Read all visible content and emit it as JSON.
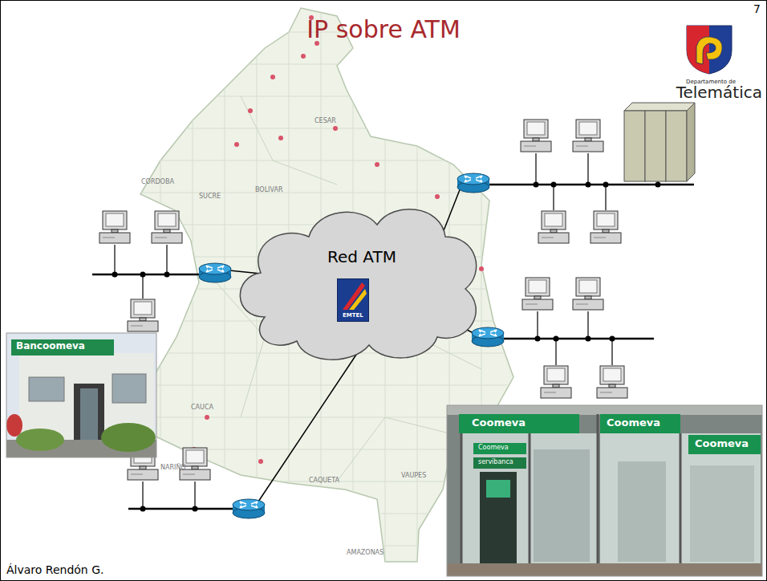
{
  "diagram": {
    "title": "IP sobre ATM",
    "nodes": [
      {
        "text": [
          "Red ATM"
        ]
      },
      {
        "text": [
          "EMTEL"
        ],
        "in": 0
      }
    ],
    "labels": [
      "7",
      "Departamento de",
      "Telemática",
      "CESAR",
      "CORDOBA",
      "SUCRE",
      "BOLIVAR",
      "CAUCA",
      "NARIÑO",
      "CAQUETA",
      "VAUPES",
      "AMAZONAS",
      "Bancoomeva",
      "Coomeva",
      "Coomeva",
      "servibanca",
      "Coomeva",
      "Coomeva",
      "Álvaro Rendón G."
    ]
  }
}
